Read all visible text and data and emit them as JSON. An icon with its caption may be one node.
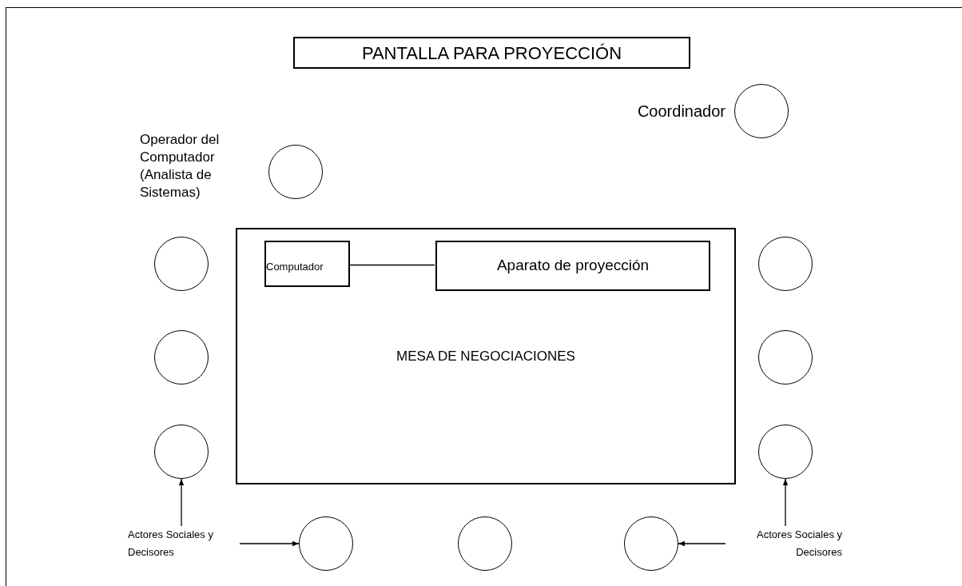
{
  "diagram": {
    "nodes": [
      {
        "text": [
          "PANTALLA PARA PROYECCIÓN"
        ]
      },
      {
        "text": [],
        "shape": "circle",
        "beside": [
          "Coordinador"
        ]
      },
      {
        "text": [],
        "shape": "circle",
        "beside": [
          "Operador del Computador (Analista de Sistemas)"
        ]
      },
      {
        "text": [
          "MESA DE NEGOCIACIONES"
        ]
      },
      {
        "text": [
          "Computador"
        ],
        "in": 3
      },
      {
        "text": [
          "Aparato de proyección"
        ],
        "in": 3
      },
      {
        "text": [],
        "shape": "circle"
      },
      {
        "text": [],
        "shape": "circle"
      },
      {
        "text": [],
        "shape": "circle"
      },
      {
        "text": [],
        "shape": "circle"
      },
      {
        "text": [],
        "shape": "circle"
      },
      {
        "text": [],
        "shape": "circle"
      },
      {
        "text": [],
        "shape": "circle"
      },
      {
        "text": [],
        "shape": "circle"
      },
      {
        "text": [],
        "shape": "circle"
      },
      {
        "text": [
          "Actores Sociales y Decisores"
        ]
      },
      {
        "text": [
          "Actores Sociales y Decisores"
        ]
      }
    ],
    "edges": [
      {
        "from": 4,
        "to": 5,
        "arrow": "none"
      },
      {
        "from": 15,
        "to": 8,
        "arrow": "to"
      },
      {
        "from": 15,
        "to": 12,
        "arrow": "to"
      },
      {
        "from": 16,
        "to": 11,
        "arrow": "to"
      },
      {
        "from": 16,
        "to": 14,
        "arrow": "to"
      }
    ]
  }
}
